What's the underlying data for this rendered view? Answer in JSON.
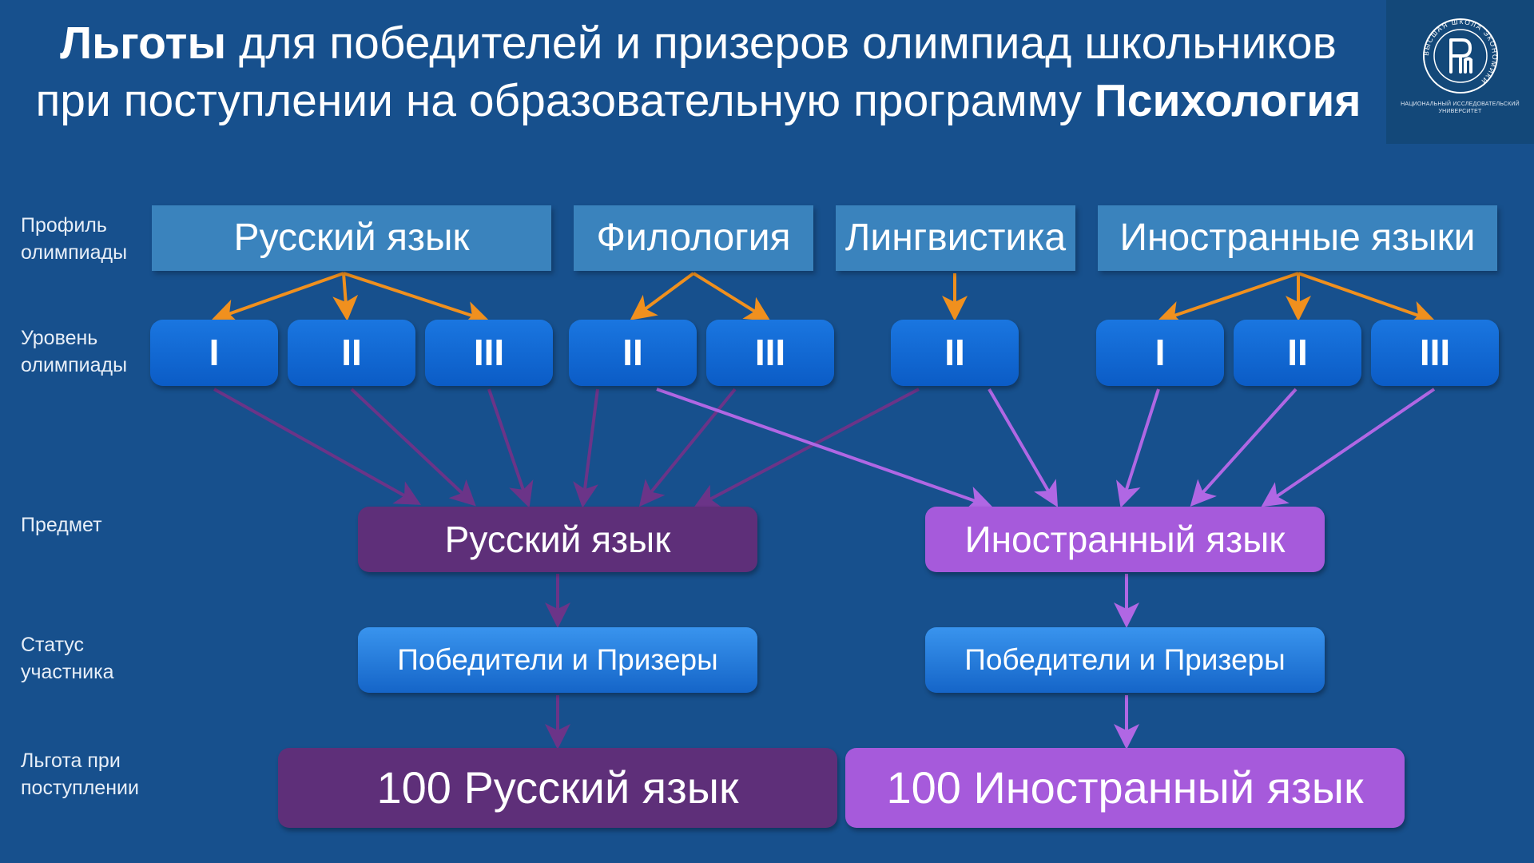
{
  "title": {
    "bold1": "Льготы",
    "text1": " для победителей и призеров олимпиад школьников",
    "text2": "при поступлении на образовательную программу ",
    "bold2": "Психология"
  },
  "logo": {
    "ring_text": "ВЫСШАЯ ШКОЛА ЭКОНОМИКИ",
    "caption": "НАЦИОНАЛЬНЫЙ ИССЛЕДОВАТЕЛЬСКИЙ УНИВЕРСИТЕТ"
  },
  "row_labels": {
    "profile": "Профиль олимпиады",
    "level": "Уровень олимпиады",
    "subject": "Предмет",
    "status": "Статус участника",
    "benefit": "Льгота при поступлении"
  },
  "profiles": [
    "Русский язык",
    "Филология",
    "Лингвистика",
    "Иностранные языки"
  ],
  "levels": [
    "I",
    "II",
    "III",
    "II",
    "III",
    "II",
    "I",
    "II",
    "III"
  ],
  "subjects": [
    "Русский язык",
    "Иностранный язык"
  ],
  "statuses": [
    "Победители и Призеры",
    "Победители и Призеры"
  ],
  "benefits": [
    "100 Русский язык",
    "100 Иностранный язык"
  ],
  "colors": {
    "background": "#17508d",
    "orange_arrow": "#f0901e",
    "purple_dark": "#5e2f79",
    "purple_light": "#a65adb",
    "level_blue": "#0b5cc6"
  }
}
